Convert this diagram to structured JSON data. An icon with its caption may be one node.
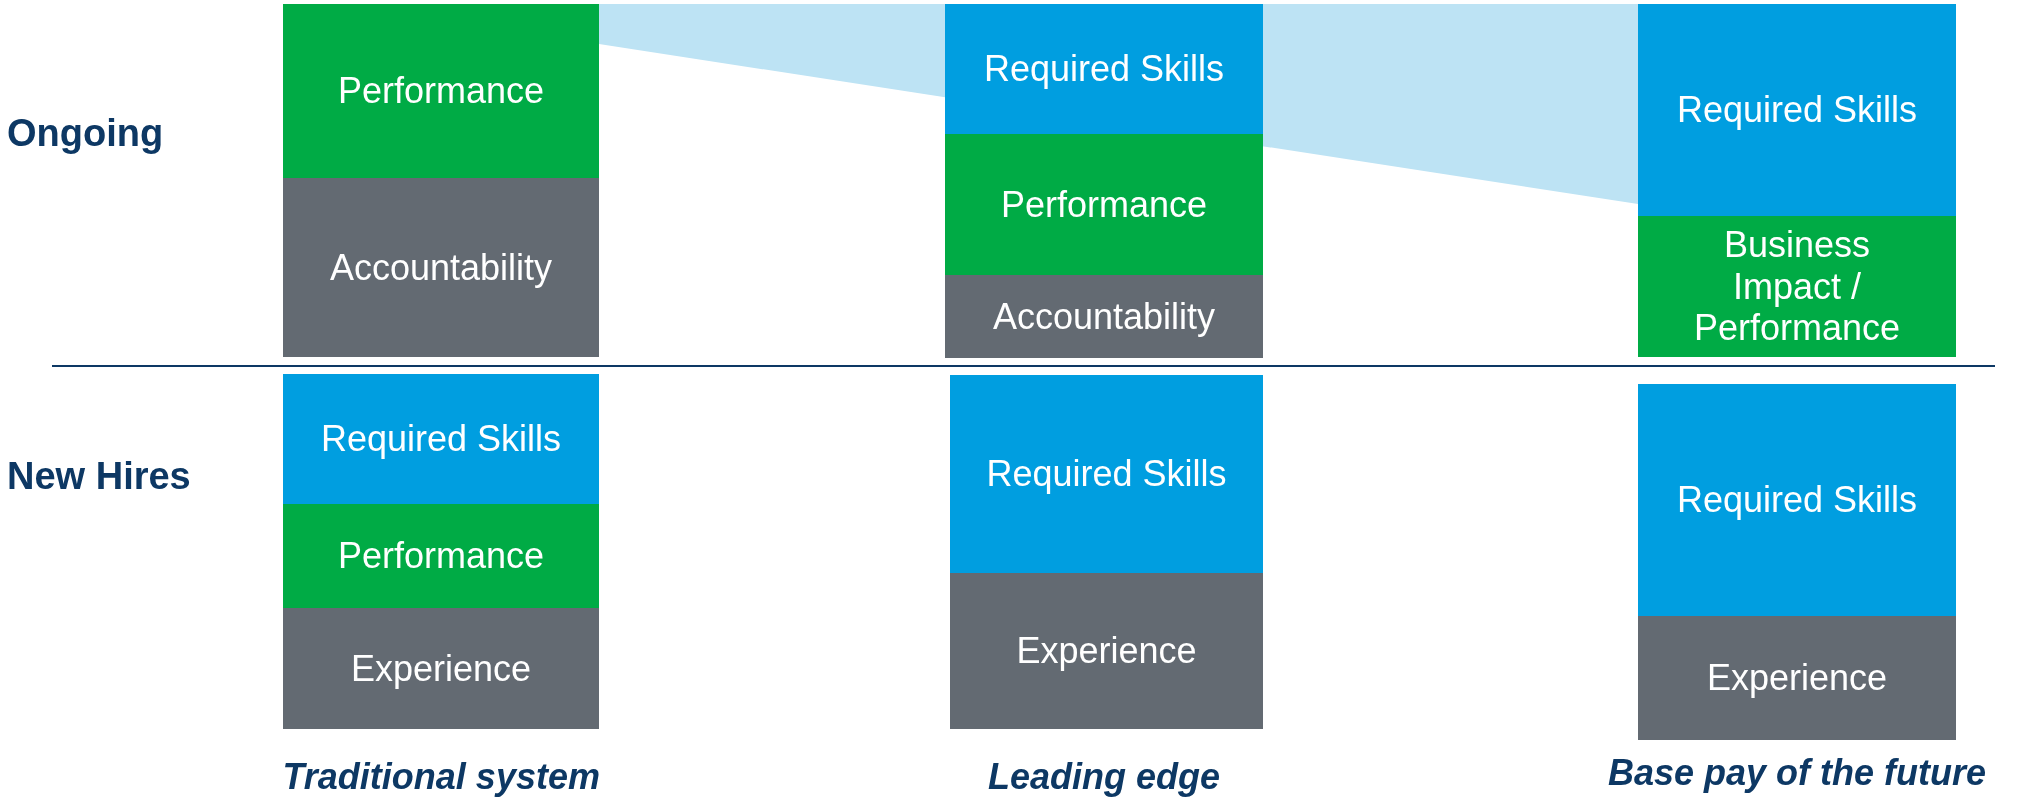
{
  "diagram": {
    "nodes": [
      {
        "text": [
          "Performance"
        ]
      },
      {
        "text": [
          "Accountability"
        ]
      },
      {
        "text": [
          "Required Skills"
        ]
      },
      {
        "text": [
          "Performance"
        ]
      },
      {
        "text": [
          "Accountability"
        ]
      },
      {
        "text": [
          "Required Skills"
        ]
      },
      {
        "text": [
          "Business Impact / Performance"
        ]
      },
      {
        "text": [
          "Required Skills"
        ]
      },
      {
        "text": [
          "Performance"
        ]
      },
      {
        "text": [
          "Experience"
        ]
      },
      {
        "text": [
          "Required Skills"
        ]
      },
      {
        "text": [
          "Experience"
        ]
      },
      {
        "text": [
          "Required Skills"
        ]
      },
      {
        "text": [
          "Experience"
        ]
      }
    ],
    "edges": [],
    "labels": [
      "Ongoing",
      "New Hires",
      "Traditional system",
      "Leading edge",
      "Base pay of the future"
    ]
  }
}
